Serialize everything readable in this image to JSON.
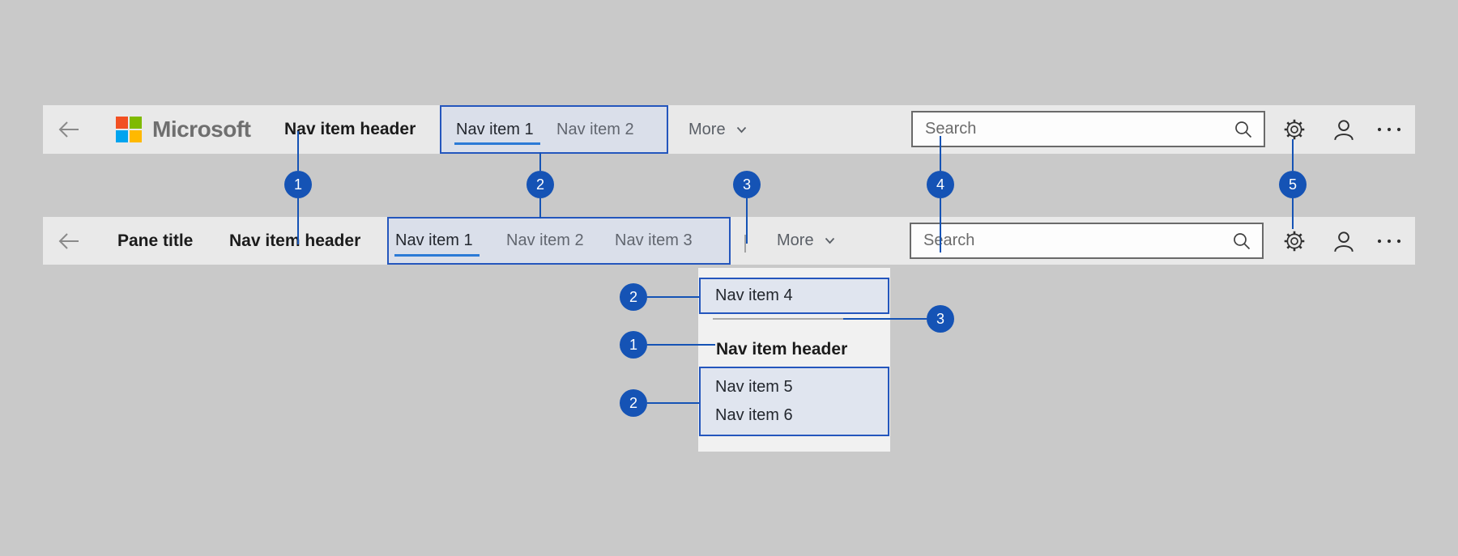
{
  "colors": {
    "page_bg": "#c9c9c9",
    "bar_bg": "#e9e9e9",
    "panel_bg": "#f1f1f1",
    "callout_blue": "#1553b5",
    "annotation_border": "#2456bd",
    "selected_underline": "#2b7ad6",
    "logo_red": "#f25022",
    "logo_green": "#7fba00",
    "logo_blue": "#00a4ef",
    "logo_yellow": "#ffb900"
  },
  "top_bar": {
    "back_icon": "back-arrow-icon",
    "logo_text": "Microsoft",
    "nav_item_header": "Nav item header",
    "nav_items": [
      {
        "label": "Nav item 1",
        "selected": true
      },
      {
        "label": "Nav item 2",
        "selected": false
      }
    ],
    "more_label": "More",
    "search": {
      "placeholder": "Search",
      "value": ""
    },
    "icons": [
      "settings-gear-icon",
      "account-person-icon",
      "more-options-ellipsis-icon"
    ]
  },
  "pane_bar": {
    "back_icon": "back-arrow-icon",
    "pane_title": "Pane title",
    "nav_item_header": "Nav item header",
    "nav_items": [
      {
        "label": "Nav item 1",
        "selected": true
      },
      {
        "label": "Nav item 2",
        "selected": false
      },
      {
        "label": "Nav item 3",
        "selected": false
      }
    ],
    "more_label": "More",
    "search": {
      "placeholder": "Search",
      "value": ""
    },
    "icons": [
      "settings-gear-icon",
      "account-person-icon",
      "more-options-ellipsis-icon"
    ]
  },
  "dropdown": {
    "item_4": "Nav item 4",
    "header": "Nav item header",
    "item_5": "Nav item 5",
    "item_6": "Nav item 6"
  },
  "callouts": {
    "top_row": [
      "1",
      "2",
      "3",
      "4",
      "5"
    ],
    "left_column": [
      "2",
      "1",
      "2"
    ],
    "right": [
      "3"
    ]
  }
}
